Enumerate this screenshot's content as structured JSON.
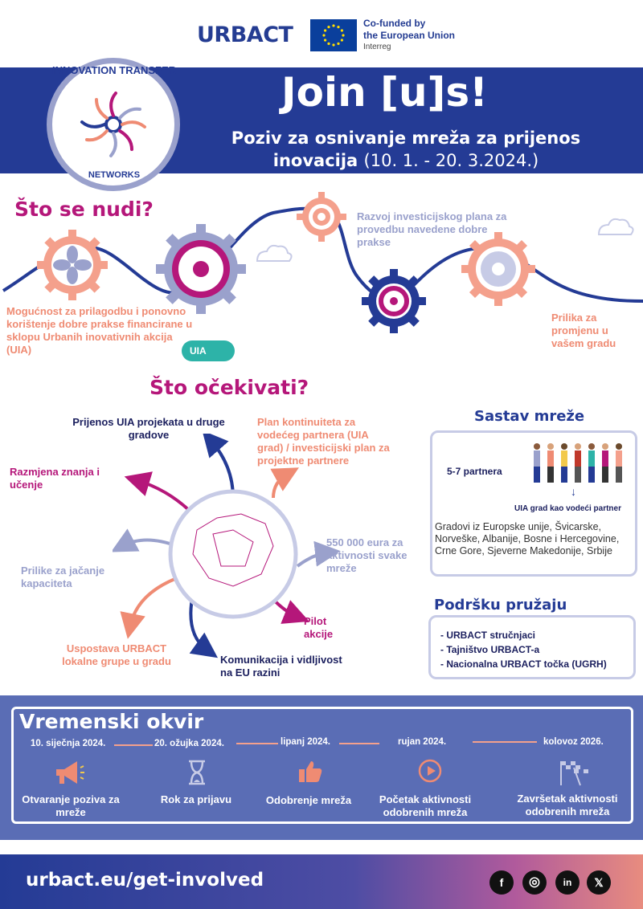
{
  "header": {
    "urbact_logo": "URBACT",
    "eu_line1": "Co-funded by",
    "eu_line2": "the European Union",
    "eu_sub": "Interreg"
  },
  "banner": {
    "title": "Join [u]s!",
    "subtitle_main": "Poziv za osnivanje mreža za prijenos inovacija",
    "subtitle_dates": "(10. 1. - 20. 3.2024.)"
  },
  "badge": {
    "top": "INNOVATION TRANSFER",
    "bottom": "NETWORKS"
  },
  "offer": {
    "heading": "Što se nudi?",
    "items": [
      "Mogućnost za prilagodbu i ponovno korištenje dobre prakse financirane u sklopu Urbanih inovativnih akcija (UIA)",
      "Razvoj investicijskog plana za provedbu navedene dobre prakse",
      "Prilika za promjenu u vašem gradu"
    ],
    "uia_logo": "UIA"
  },
  "expect": {
    "heading": "Što očekivati?",
    "items": [
      "Prijenos UIA projekata u druge gradove",
      "Plan kontinuiteta za vodećeg partnera (UIA grad) / investicijski plan za projektne partnere",
      "Razmjena znanja i učenje",
      "550 000 eura za aktivnosti svake mreže",
      "Prilike za jačanje kapaciteta",
      "Pilot akcije",
      "Uspostava URBACT lokalne grupe u gradu",
      "Komunikacija i vidljivost na EU razini"
    ]
  },
  "network": {
    "heading": "Sastav mreže",
    "partners": "5-7 partnera",
    "arrow": "↓",
    "lead": "UIA grad kao vodeći partner",
    "countries": "Gradovi iz Europske unije, Švicarske, Norveške, Albanije, Bosne i Hercegovine, Crne Gore, Sjeverne Makedonije, Srbije"
  },
  "support": {
    "heading": "Podršku pružaju",
    "items": [
      "- URBACT stručnjaci",
      "- Tajništvo URBACT-a",
      "- Nacionalna URBACT točka (UGRH)"
    ]
  },
  "timeline": {
    "heading": "Vremenski okvir",
    "dates": [
      "10. siječnja 2024.",
      "20. ožujka 2024.",
      "lipanj 2024.",
      "rujan 2024.",
      "kolovoz 2026."
    ],
    "labels": [
      "Otvaranje poziva za mreže",
      "Rok za prijavu",
      "Odobrenje mreža",
      "Početak aktivnosti odobrenih mreža",
      "Završetak aktivnosti odobrenih mreža"
    ],
    "icons": [
      "megaphone-icon",
      "hourglass-icon",
      "thumbs-up-icon",
      "play-icon",
      "finish-flag-icon"
    ]
  },
  "footer": {
    "url": "urbact.eu/get-involved",
    "social": [
      "f",
      "◎",
      "in",
      "𝕏"
    ]
  },
  "colors": {
    "navy": "#243b95",
    "magenta": "#b5177a",
    "salmon": "#ef8b73",
    "lavender": "#9aa1cc"
  }
}
